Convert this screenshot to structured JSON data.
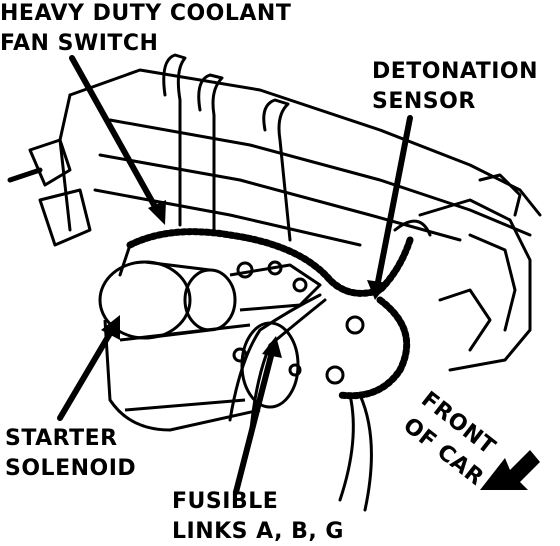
{
  "labels": {
    "coolant_line1": "HEAVY DUTY COOLANT",
    "coolant_line2": "FAN SWITCH",
    "detonation_line1": "DETONATION",
    "detonation_line2": "SENSOR",
    "starter_line1": "STARTER",
    "starter_line2": "SOLENOID",
    "fusible_line1": "FUSIBLE",
    "fusible_line2": "LINKS A, B, G",
    "front_line1": "FRONT",
    "front_line2": "OF CAR"
  },
  "colors": {
    "ink": "#000000",
    "paper": "#ffffff"
  }
}
